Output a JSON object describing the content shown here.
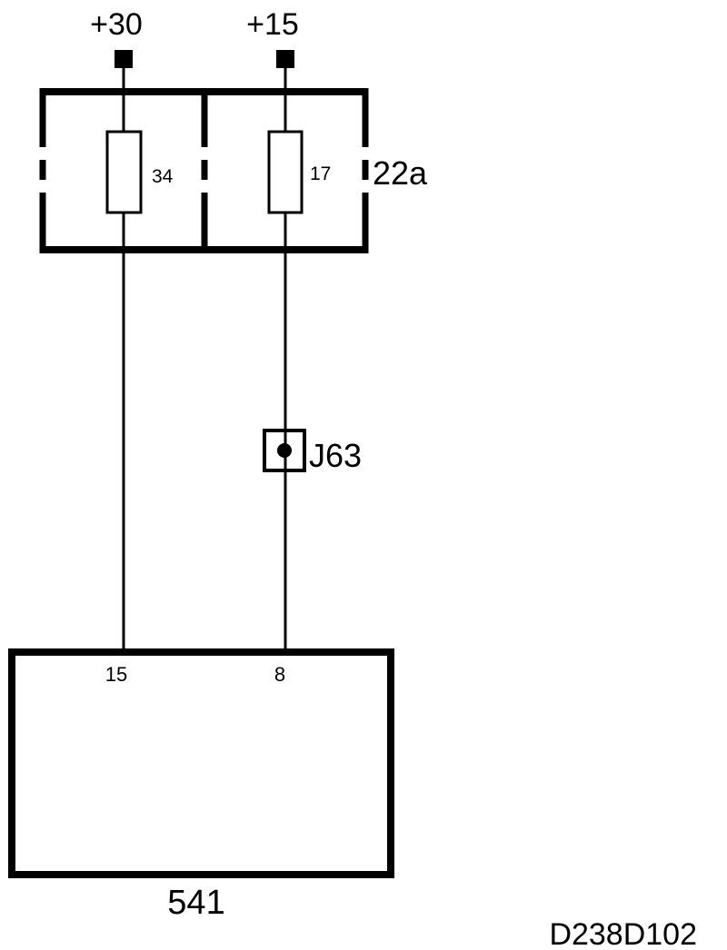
{
  "supplies": {
    "left": "+30",
    "right": "+15"
  },
  "fuse_box": {
    "label": "22a",
    "fuse_left": "34",
    "fuse_right": "17"
  },
  "junction": {
    "label": "J63"
  },
  "module": {
    "label": "541",
    "pin_left": "15",
    "pin_right": "8"
  },
  "diagram_code": "D238D102",
  "colors": {
    "ink": "#000000",
    "background": "#ffffff"
  }
}
